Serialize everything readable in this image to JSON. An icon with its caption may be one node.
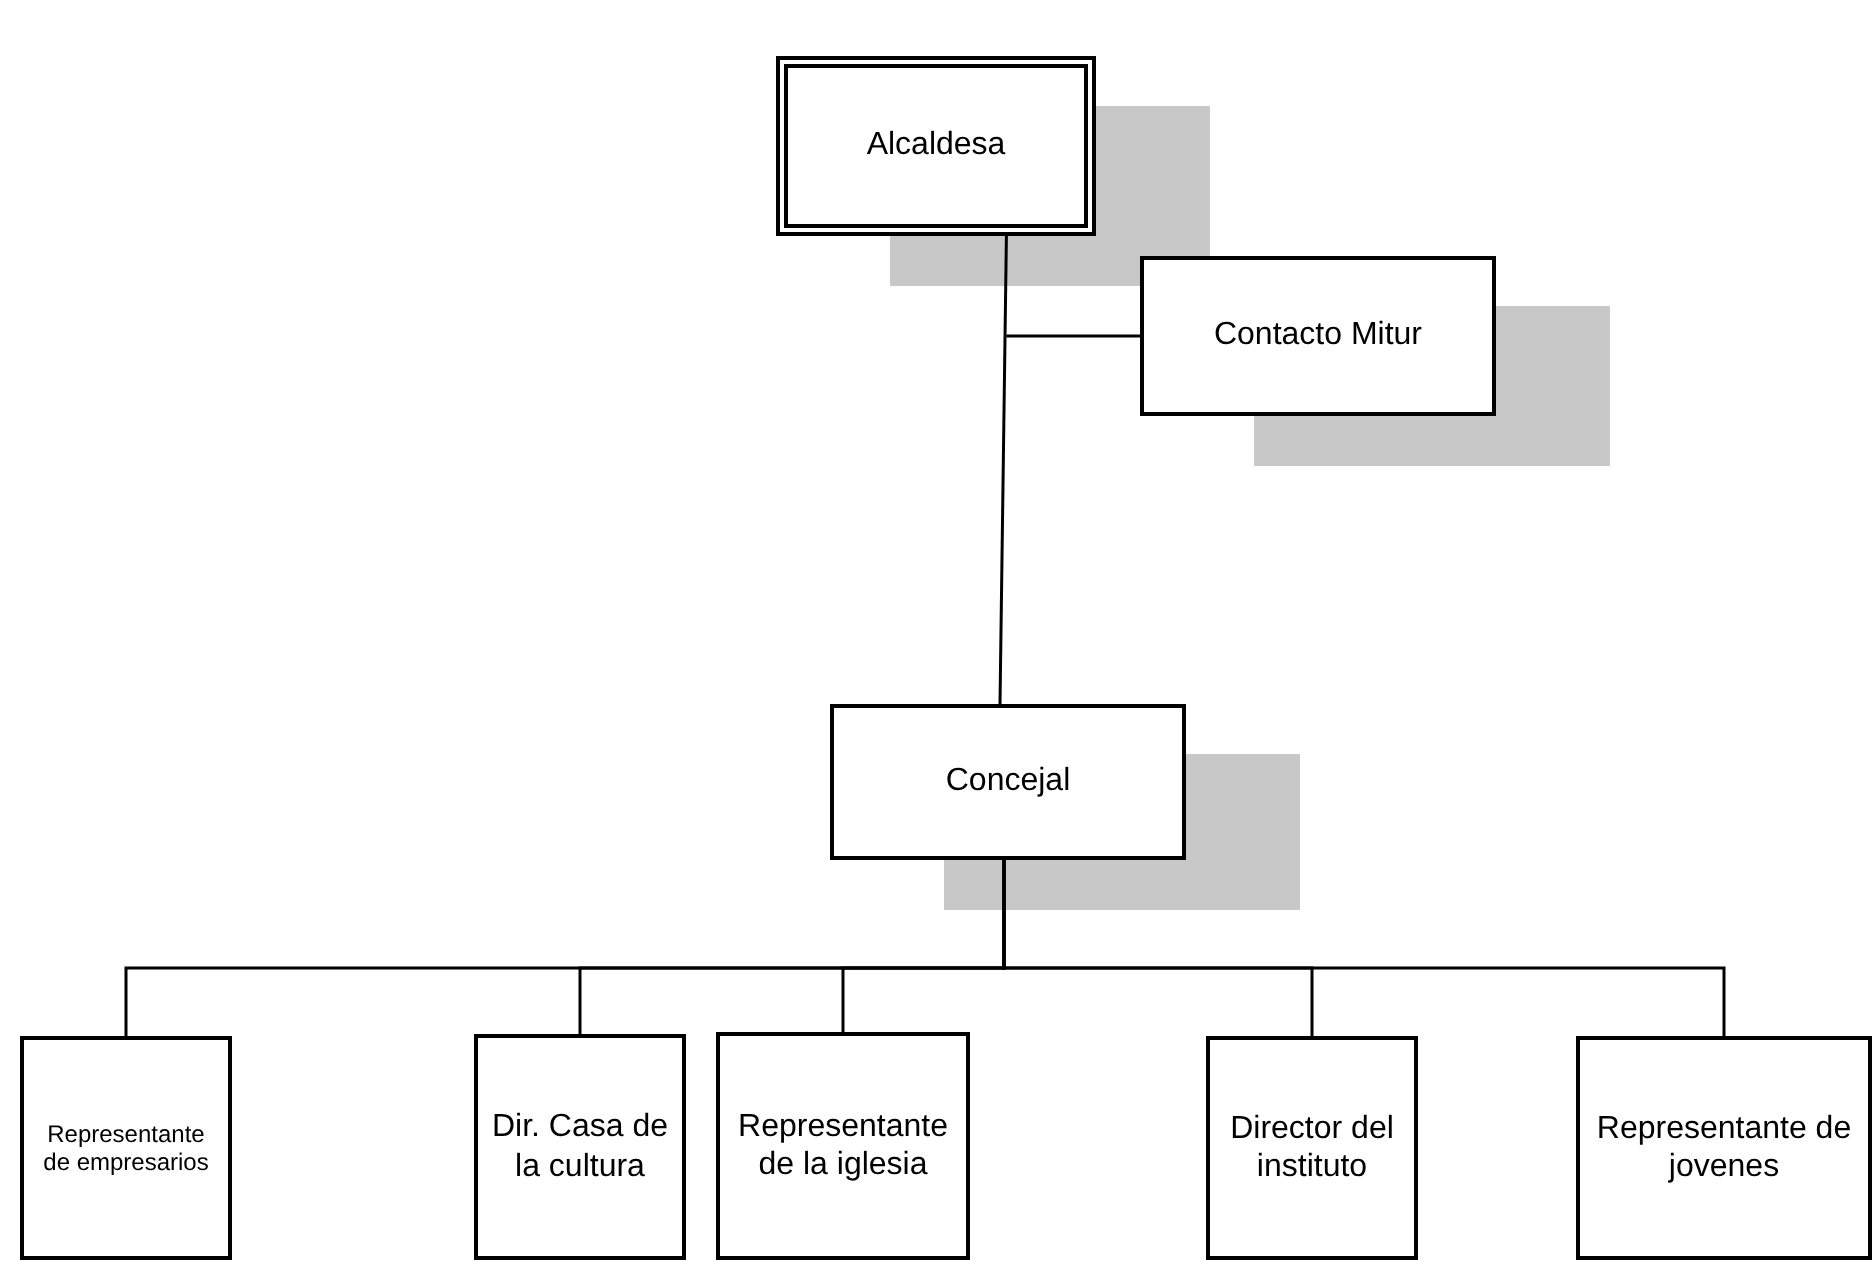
{
  "diagram": {
    "nodes": [
      {
        "text": [
          "Alcaldesa"
        ]
      },
      {
        "text": [
          "Contacto Mitur"
        ]
      },
      {
        "text": [
          "Concejal"
        ]
      },
      {
        "text": [
          "Representante de empresarios"
        ]
      },
      {
        "text": [
          "Dir. Casa de la cultura"
        ]
      },
      {
        "text": [
          "Representante de la iglesia"
        ]
      },
      {
        "text": [
          "Director del instituto"
        ]
      },
      {
        "text": [
          "Representante de jovenes"
        ]
      }
    ],
    "edges": [
      {
        "from": 0,
        "to": 1,
        "arrow": "none"
      },
      {
        "from": 0,
        "to": 2,
        "arrow": "none"
      },
      {
        "from": 2,
        "to": 3,
        "arrow": "none"
      },
      {
        "from": 2,
        "to": 4,
        "arrow": "none"
      },
      {
        "from": 2,
        "to": 5,
        "arrow": "none"
      },
      {
        "from": 2,
        "to": 6,
        "arrow": "none"
      },
      {
        "from": 2,
        "to": 7,
        "arrow": "none"
      }
    ]
  }
}
